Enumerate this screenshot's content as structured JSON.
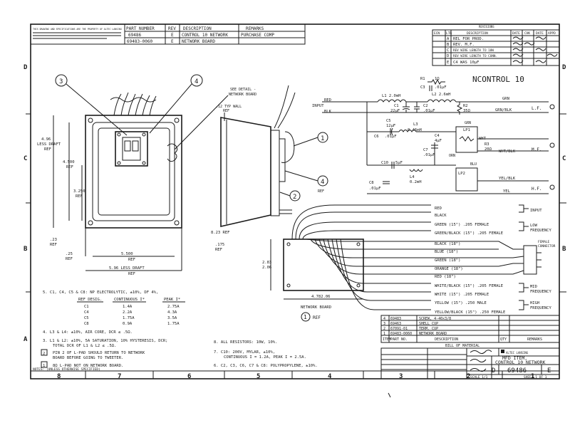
{
  "title_block_top": {
    "disclaimer": "THIS DRAWING AND SPECIFICATIONS ARE THE PROPERTY OF ALTEC LANSING",
    "headers": [
      "PART NUMBER",
      "REV",
      "DESCRIPTION",
      "REMARKS"
    ],
    "rows": [
      [
        "69486",
        "E",
        "CONTROL 10 NETWORK",
        "PURCHASE COMP"
      ],
      [
        "69483-0060",
        "E",
        "NETWORK BOARD",
        ""
      ]
    ]
  },
  "revisions": {
    "title": "REVISIONS",
    "headers": [
      "ECN",
      "LTR",
      "DESCRIPTION",
      "DATE",
      "CHK",
      "DATE",
      "APPD"
    ],
    "rows": [
      [
        "",
        "A",
        "REL FOR PROD.",
        "",
        "",
        "",
        ""
      ],
      [
        "",
        "B",
        "REV. M.F.",
        "",
        "",
        "",
        ""
      ],
      [
        "",
        "C",
        "REV WIRE LENGTH TO 10W",
        "",
        "",
        "",
        ""
      ],
      [
        "",
        "D",
        "REV WIRE LENGTH TO CONN.",
        "",
        "",
        "",
        ""
      ],
      [
        "",
        "E",
        "C4 WAS 10µF",
        "",
        "",
        "",
        ""
      ]
    ]
  },
  "diagram_title": "NCONTROL 10",
  "border": {
    "row_letters": [
      "D",
      "C",
      "B",
      "A"
    ],
    "col_numbers": [
      "8",
      "7",
      "6",
      "5",
      "4",
      "3",
      "2",
      "1"
    ]
  },
  "mechanical": {
    "balloon_3": "3",
    "balloon_4": "4",
    "balloon_1": "1",
    "balloon_2": "2",
    "balloon_4b": "4",
    "see_detail": "SEE DETAIL -",
    "network_board_label": "NETWORK BOARD",
    "wall_label": ".12 TYP WALL",
    "ref": "REF",
    "dim_496": "4.96",
    "dim_496_sub": "LESS DRAFT",
    "dim_4500": "4.500",
    "dim_3250": "3.250",
    "dim_23": ".23",
    "dim_25": ".25",
    "dim_5500": "5.500",
    "dim_596": "5.96 LESS DRAFT",
    "dim_823": "8.23 REF",
    "dim_175": ".175",
    "dim_283": "2.83",
    "dim_206": "2.06",
    "dim_4782": "4.782.06",
    "network_board_ref": "NETWORK BOARD",
    "ref_1": "REF"
  },
  "schematic": {
    "labels": {
      "input": "INPUT",
      "red": "RED",
      "blk": "BLK",
      "l1": "L1  2.0mH",
      "l2": "L2  2.6mH",
      "c1": "C1",
      "c1v": "22µF",
      "c2": "C2",
      "c2v": ".01µF",
      "c3": "C3",
      "c3v": ".01µF",
      "r1": "R1",
      "r1v": "1Ω",
      "r2": "R2",
      "r2v": "35Ω",
      "c5": "C5",
      "c5v": "12µF",
      "c6": "C6",
      "c6v": ".01µF",
      "l3": "L3",
      "l3v": "0.46mH",
      "c4": "C4",
      "c4v": "4µF",
      "c7": "C7",
      "c7v": ".01µF",
      "lp1": "LP1",
      "grn": "GRN",
      "orn": "ORN",
      "wht": "WHT",
      "r3": "R3",
      "r3v": "20Ω",
      "whtblk": "WHT/BLK",
      "c10": "C10",
      "c10v": "5µF",
      "l4": "L4",
      "l4v": "0.2mH",
      "c8": "C8",
      "c8v": ".01µF",
      "lp2": "LP2",
      "blu": "BLU",
      "yelblk": "YEL/BLK",
      "yel": "YEL",
      "grn_out": "GRN",
      "grnblk": "GRN/BLK",
      "lf": "L.F.",
      "mf": "M.F.",
      "hf": "H.F."
    }
  },
  "harness": {
    "wires": [
      "RED",
      "BLACK",
      "GREEN (15\") .205 FEMALE",
      "GREEN/BLACK (15\") .205 FEMALE",
      "BLACK (18\")",
      "BLUE (18\")",
      "GREEN (18\")",
      "ORANGE (18\")",
      "RED (18\")",
      "WHITE/BLACK (15\") .205 FEMALE",
      "WHITE (15\") .205 FEMALE",
      "YELLOW (15\") .250 MALE",
      "YELLOW/BLACK (15\") .250 FEMALE"
    ],
    "side_labels": {
      "input": "INPUT",
      "low": "LOW",
      "low2": "FREQUENCY",
      "female": "FEMALE",
      "female2": "CONNECTOR",
      "mid": "MID",
      "mid2": "FREQUENCY",
      "high": "HIGH",
      "high2": "FREQUENCY"
    }
  },
  "notes": {
    "n5": "5.  C1, C4, C5 & C8: NP ELECTROLYTIC, ±10%, DF 4%,",
    "table_headers": [
      "REF DESIG.",
      "CONTINUOUS I*",
      "PEAK I*"
    ],
    "table_rows": [
      [
        "C1",
        "1.4A",
        "2.75A"
      ],
      [
        "C4",
        "2.2A",
        "4.3A"
      ],
      [
        "C5",
        "1.75A",
        "3.5A"
      ],
      [
        "C8",
        "0.9A",
        "1.75A"
      ]
    ],
    "n4": "4.  L3 & L4: ±10%, AIR CORE, DCR ≤ .5Ω.",
    "n3a": "3.  L1 & L2: ±10%, 5A SATURATION, 10% HYSTERESIS, DCR;",
    "n3b": "TOTAL DCR OF L1 & L2 ≤ .5Ω.",
    "n2a": "PIN 2 OF L-PAD SHOULD RETURN TO NETWORK",
    "n2b": "BOARD BEFORE GOING TO TWEETER.",
    "n1": "8Ω L-PAD NOT ON NETWORK BOARD.",
    "n2num": "2",
    "n1num": "1",
    "footer": "NOTES: (UNLESS OTHERWISE SPECIFIED)",
    "n8": "8.  ALL RESISTORS: 10W, 10%.",
    "n7a": "7.  C10: 200V, MYLAR, ±10%,",
    "n7b": "CONTINUOUS I = 1.2A, PEAK I = 2.5A.",
    "n6": "6.  C2, C3, C6, C7 & C8: POLYPROPYLENE, ±10%."
  },
  "bom": {
    "rows": [
      [
        "4",
        "69483",
        "SCREW, 4-40x3/8"
      ],
      [
        "3",
        "69463",
        "SHELL CUP"
      ],
      [
        "2",
        "67091-01",
        "TERM. CUP"
      ],
      [
        "1",
        "69483-0060",
        "NETWORK BOARD"
      ]
    ],
    "headers": [
      "ITEM",
      "PART NO.",
      "DESCRIPTION",
      "QTY",
      "REMARKS"
    ],
    "title": "BILL OF MATERIAL"
  },
  "title_block": {
    "company": "ALTEC LANSING",
    "title1": "MFD ITEM,",
    "title2": "CONTROL 10 NETWORK",
    "size": "D",
    "dwg_no": "69486",
    "rev": "E",
    "scale": "SCALE 1/1",
    "sheet": "SHEET 1 OF 1"
  }
}
